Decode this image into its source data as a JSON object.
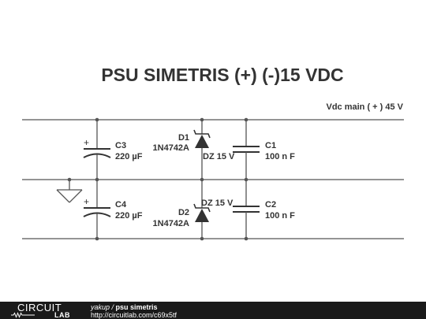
{
  "title": "PSU SIMETRIS (+) (-)15 VDC",
  "annotation": "Vdc main ( + ) 45 V",
  "components": {
    "c3": {
      "ref": "C3",
      "value": "220 µF"
    },
    "c4": {
      "ref": "C4",
      "value": "220 µF"
    },
    "d1": {
      "ref": "D1",
      "part": "1N4742A",
      "value": "DZ 15 V"
    },
    "d2": {
      "ref": "D2",
      "part": "1N4742A",
      "value": "DZ 15 V"
    },
    "c1": {
      "ref": "C1",
      "value": "100 n F"
    },
    "c2": {
      "ref": "C2",
      "value": "100 n F"
    }
  },
  "polarity_mark": "+",
  "footer": {
    "logo_top": "CIRCUIT",
    "logo_bottom": "LAB",
    "author": "yakup",
    "separator": " / ",
    "project": "psu simetris",
    "url": "http://circuitlab.com/c69x5tf"
  },
  "colors": {
    "wire": "#555555",
    "text": "#333333",
    "footer_bg": "#1a1a1a"
  }
}
